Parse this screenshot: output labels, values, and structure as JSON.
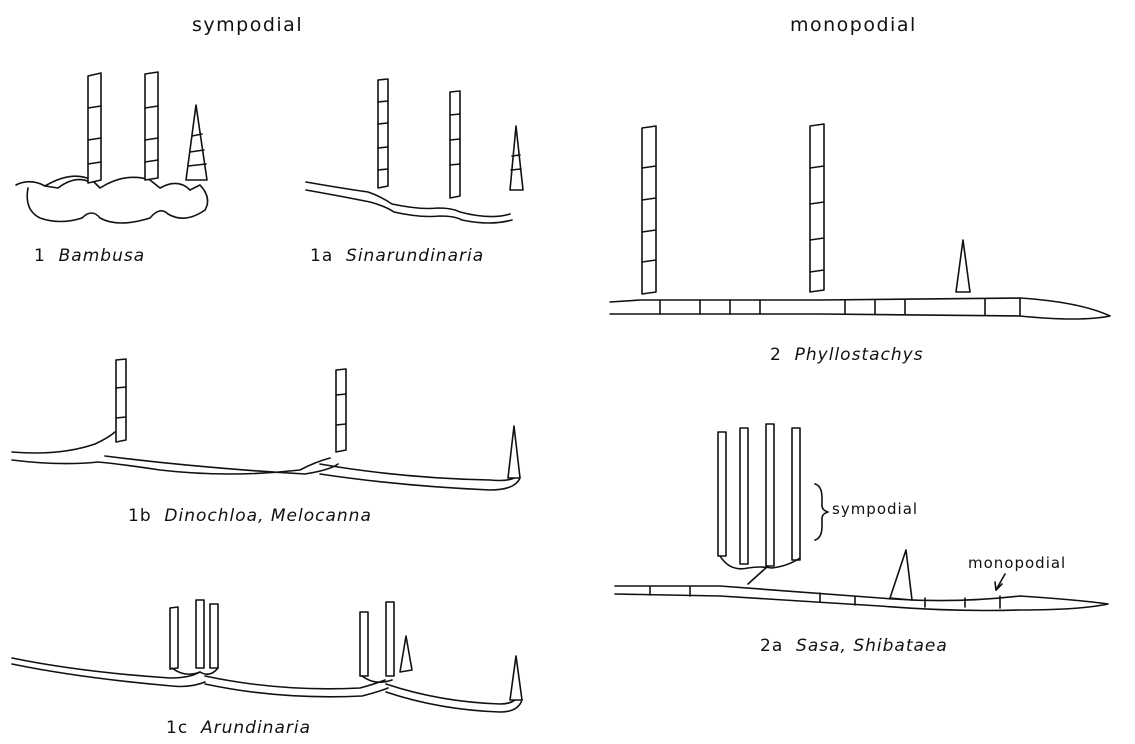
{
  "headings": {
    "left": "sympodial",
    "right": "monopodial"
  },
  "panels": [
    {
      "num": "1",
      "name": "Bambusa"
    },
    {
      "num": "1a",
      "name": "Sinarundinaria"
    },
    {
      "num": "1b",
      "name": "Dinochloa, Melocanna"
    },
    {
      "num": "1c",
      "name": "Arundinaria"
    },
    {
      "num": "2",
      "name": "Phyllostachys"
    },
    {
      "num": "2a",
      "name": "Sasa, Shibataea"
    }
  ],
  "annotations": {
    "sympodial": "sympodial",
    "monopodial": "monopodial"
  }
}
